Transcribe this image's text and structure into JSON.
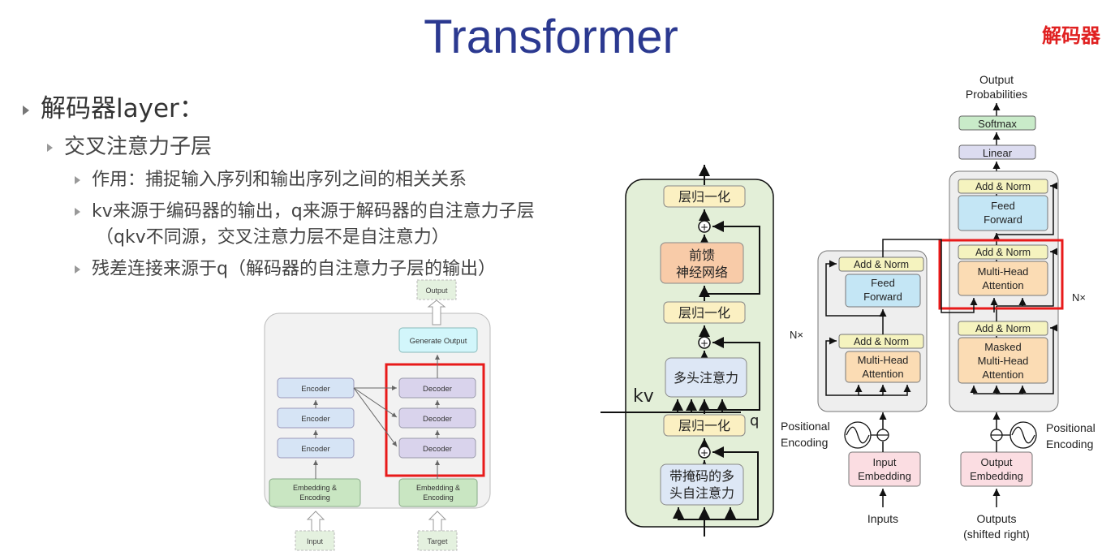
{
  "title": "Transformer",
  "corner_label": "解码器",
  "bullets": {
    "level1": "解码器layer：",
    "level2": "交叉注意力子层",
    "level3": [
      "作用：捕捉输入序列和输出序列之间的相关关系",
      "kv来源于编码器的输出，q来源于解码器的自注意力子层",
      "（qkv不同源，交叉注意力层不是自注意力）",
      "残差连接来源于q（解码器的自注意力子层的输出）"
    ]
  },
  "left_diagram": {
    "output": "Output",
    "generate": "Generate Output",
    "encoders": [
      "Encoder",
      "Encoder",
      "Encoder"
    ],
    "decoders": [
      "Decoder",
      "Decoder",
      "Decoder"
    ],
    "embed_left": [
      "Embedding &",
      "Encoding"
    ],
    "embed_right": [
      "Embedding &",
      "Encoding"
    ],
    "input": "Input",
    "target": "Target",
    "colors": {
      "encoder": "#d6e4f5",
      "decoder": "#d9d3ec",
      "embed": "#c9e6c2",
      "generate": "#d2f6fb",
      "highlight": "#e81a1a"
    }
  },
  "middle_diagram": {
    "norm_top": "层归一化",
    "ffn": [
      "前馈",
      "神经网络"
    ],
    "norm_mid": "层归一化",
    "cross_attn": "多头注意力",
    "norm_low": "层归一化",
    "masked_attn": [
      "带掩码的多",
      "头自注意力"
    ],
    "kv": "kv",
    "q": "q",
    "plus": "+",
    "colors": {
      "panel": "#e3efd8",
      "norm": "#fbf0c2",
      "ffn": "#f8cba8",
      "attn": "#dde7f5"
    }
  },
  "transformer_diagram": {
    "output_probs": [
      "Output",
      "Probabilities"
    ],
    "softmax": "Softmax",
    "linear": "Linear",
    "add_norm": "Add & Norm",
    "feed_forward": [
      "Feed",
      "Forward"
    ],
    "multi_head": [
      "Multi-Head",
      "Attention"
    ],
    "masked_multi_head": [
      "Masked",
      "Multi-Head",
      "Attention"
    ],
    "nx": "N×",
    "positional_encoding": [
      "Positional",
      "Encoding"
    ],
    "input_embedding": [
      "Input",
      "Embedding"
    ],
    "output_embedding": [
      "Output",
      "Embedding"
    ],
    "inputs": "Inputs",
    "outputs": [
      "Outputs",
      "(shifted right)"
    ],
    "colors": {
      "addnorm": "#f5f3bf",
      "ffn": "#c4e6f5",
      "attn": "#fbdcb4",
      "embed": "#fbdde2",
      "softmax": "#c9ebc9",
      "linear": "#dcdcf0",
      "stack": "#eeeeee",
      "highlight": "#e81a1a"
    }
  }
}
